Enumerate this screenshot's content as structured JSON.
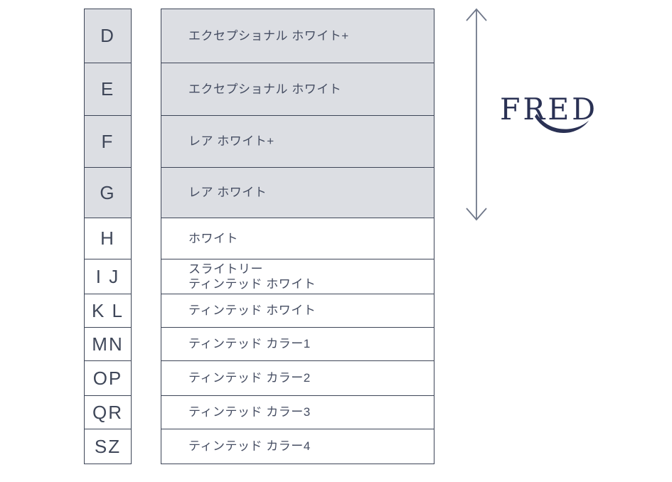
{
  "brand": {
    "logo_text": "FRED"
  },
  "scale": {
    "grades": [
      {
        "letter": "D",
        "label": "エクセプショナル ホワイト+",
        "shaded": true
      },
      {
        "letter": "E",
        "label": "エクセプショナル ホワイト",
        "shaded": true
      },
      {
        "letter": "F",
        "label": "レア ホワイト+",
        "shaded": true
      },
      {
        "letter": "G",
        "label": "レア ホワイト",
        "shaded": true
      },
      {
        "letter": "H",
        "label": "ホワイト",
        "shaded": false
      },
      {
        "letter": "I J",
        "label": "スライトリー\nティンテッド ホワイト",
        "shaded": false
      },
      {
        "letter": "K L",
        "label": "ティンテッド ホワイト",
        "shaded": false
      },
      {
        "letter": "MN",
        "label": "ティンテッド カラー1",
        "shaded": false
      },
      {
        "letter": "OP",
        "label": "ティンテッド カラー2",
        "shaded": false
      },
      {
        "letter": "QR",
        "label": "ティンテッド カラー3",
        "shaded": false
      },
      {
        "letter": "SZ",
        "label": "ティンテッド カラー4",
        "shaded": false
      }
    ]
  },
  "icons": {
    "range_arrow": "double-headed-vertical-arrow"
  },
  "colors": {
    "border": "#3d4557",
    "shaded_fill": "#dcdee3",
    "text": "#454d62",
    "arrow": "#70788a",
    "logo": "#2a3154"
  }
}
